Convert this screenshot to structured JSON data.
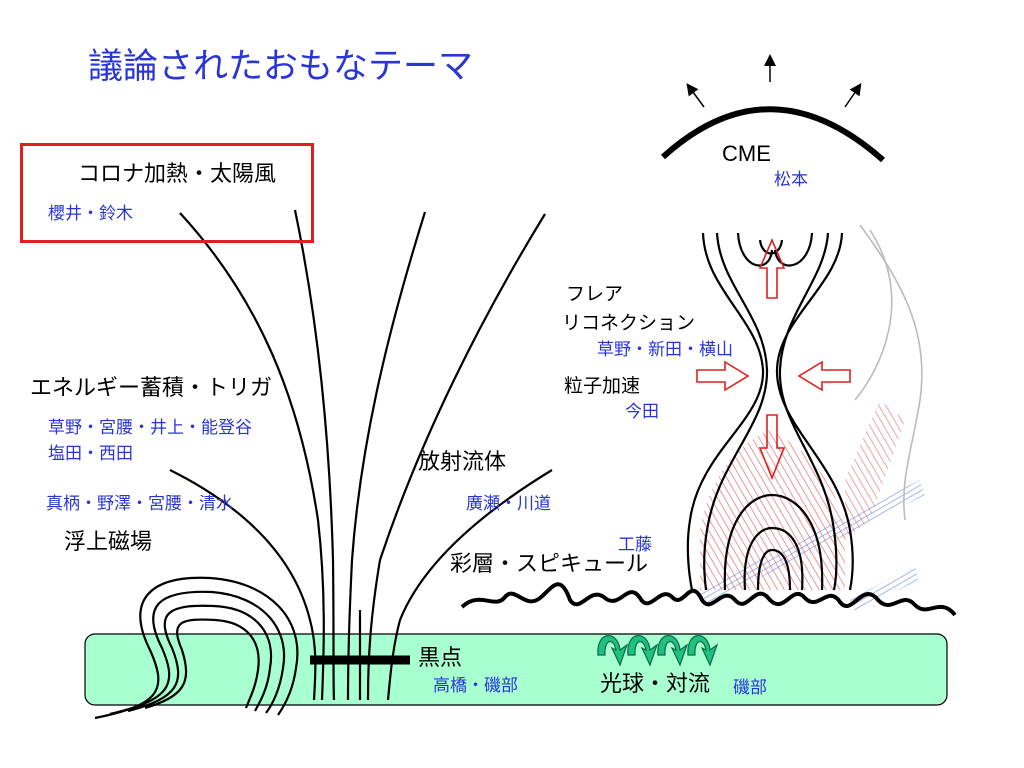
{
  "title": "議論されたおもなテーマ",
  "topics": {
    "corona": "コロナ加熱・太陽風",
    "energy": "エネルギー蓄積・トリガ",
    "flux": "浮上磁場",
    "radiative": "放射流体",
    "cme": "CME",
    "flare_line1": "フレア",
    "flare_line2": "リコネクション",
    "particle": "粒子加速",
    "chromosphere": "彩層・スピキュール",
    "sunspot": "黒点",
    "photosphere": "光球・対流"
  },
  "names": {
    "corona": "櫻井・鈴木",
    "energy_line1": "草野・宮腰・井上・能登谷",
    "energy_line2": "塩田・西田",
    "flux": "真柄・野澤・宮腰・清水",
    "radiative": "廣瀬・川道",
    "cme": "松本",
    "flare": "草野・新田・横山",
    "particle": "今田",
    "chromosphere": "工藤",
    "sunspot": "高橋・磯部",
    "photosphere": "磯部"
  },
  "colors": {
    "title": "#2a35d8",
    "names": "#2a35d8",
    "highlight_box": "#e02020",
    "photosphere_fill": "#a8ffd0",
    "convection_arrows": "#1fc080",
    "reconnection_arrows": "#e02020",
    "hatch_red": "#e06060",
    "hatch_blue": "#6080e0",
    "field_lines": "#000000"
  }
}
